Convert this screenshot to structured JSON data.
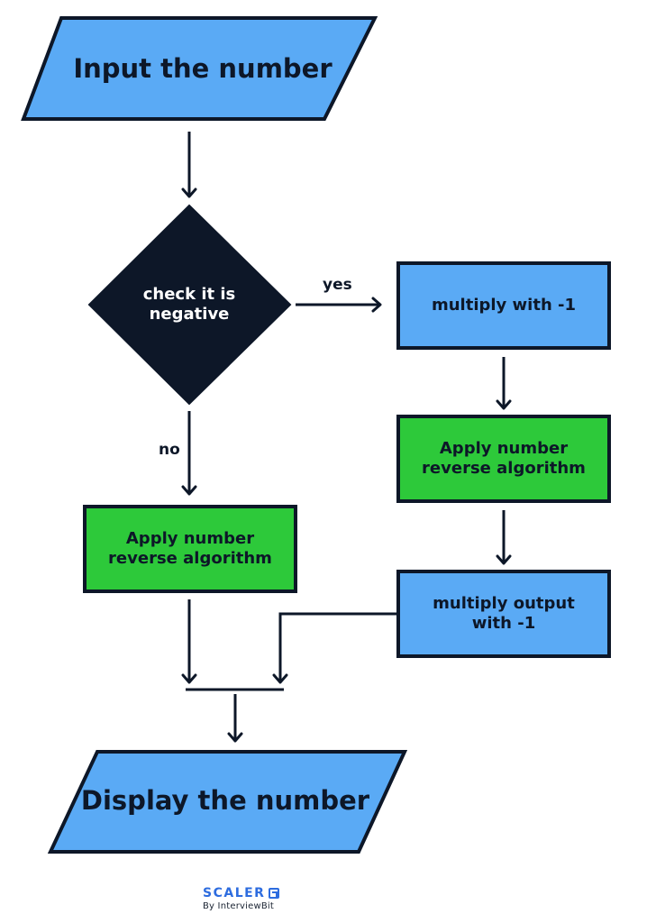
{
  "nodes": {
    "input": "Input the number",
    "check": [
      "check it is",
      "negative"
    ],
    "multiply": "multiply with -1",
    "reverse_right": [
      "Apply number",
      "reverse algorithm"
    ],
    "reverse_left": [
      "Apply number",
      "reverse algorithm"
    ],
    "multiply_output": [
      "multiply output",
      "with -1"
    ],
    "display": "Display the number"
  },
  "edges": {
    "yes": "yes",
    "no": "no"
  },
  "brand": {
    "name": "SCALER",
    "tagline": "By InterviewBit"
  },
  "colors": {
    "io_fill": "#5aaaf5",
    "process_blue": "#5aaaf5",
    "process_green": "#2dc93a",
    "decision_fill": "#0d1728",
    "line": "#0d1728",
    "brand_blue": "#2d6cdf"
  }
}
